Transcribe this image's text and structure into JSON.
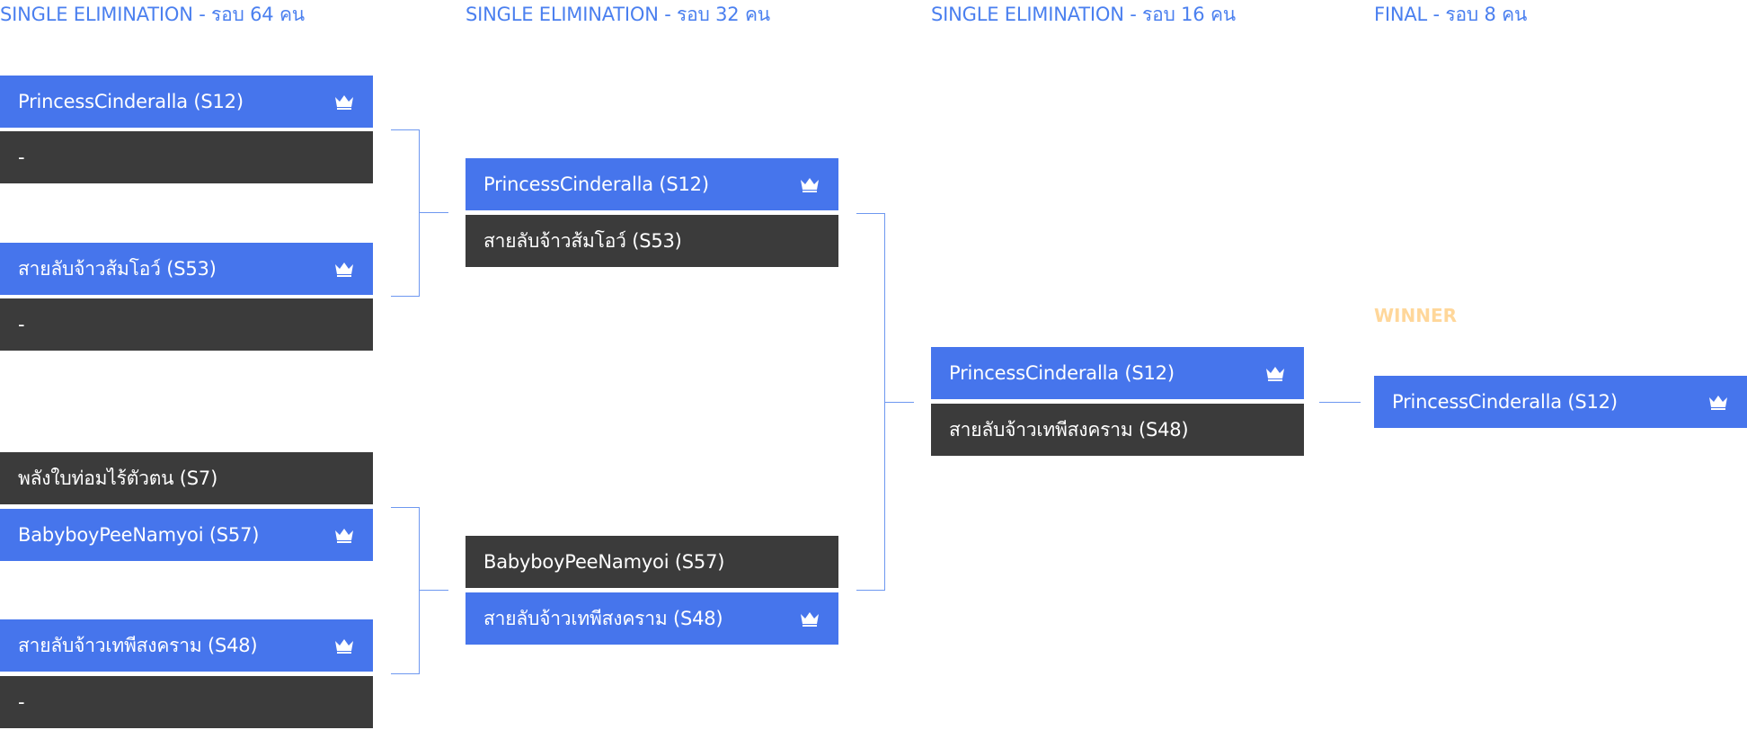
{
  "columns": [
    {
      "title": "SINGLE ELIMINATION - รอบ 64 คน"
    },
    {
      "title": "SINGLE ELIMINATION - รอบ 32 คน"
    },
    {
      "title": "SINGLE ELIMINATION - รอบ 16 คน"
    },
    {
      "title": "FINAL - รอบ 8 คน"
    }
  ],
  "round64": {
    "m1": {
      "a": "PrincessCinderalla (S12)",
      "b": "-"
    },
    "m2": {
      "a": "สายลับจ้าวส้มโอว์ (S53)",
      "b": "-"
    },
    "m3": {
      "a": "พลังใบท่อมไร้ตัวตน (S7)",
      "b": "BabyboyPeeNamyoi (S57)"
    },
    "m4": {
      "a": "สายลับจ้าวเทพีสงคราม (S48)",
      "b": "-"
    }
  },
  "round32": {
    "m1": {
      "a": "PrincessCinderalla (S12)",
      "b": "สายลับจ้าวส้มโอว์ (S53)"
    },
    "m2": {
      "a": "BabyboyPeeNamyoi (S57)",
      "b": "สายลับจ้าวเทพีสงคราม (S48)"
    }
  },
  "round16": {
    "m1": {
      "a": "PrincessCinderalla (S12)",
      "b": "สายลับจ้าวเทพีสงคราม (S48)"
    }
  },
  "final": {
    "winner_label": "WINNER",
    "winner": "PrincessCinderalla (S12)"
  },
  "icons": {
    "winner_mark": "crown-icon"
  },
  "colors": {
    "winner_slot": "#4675ec",
    "loser_slot": "#3b3b3b",
    "title": "#4a7fef",
    "connector": "#6e98f0",
    "winner_label": "#ffd79a"
  }
}
